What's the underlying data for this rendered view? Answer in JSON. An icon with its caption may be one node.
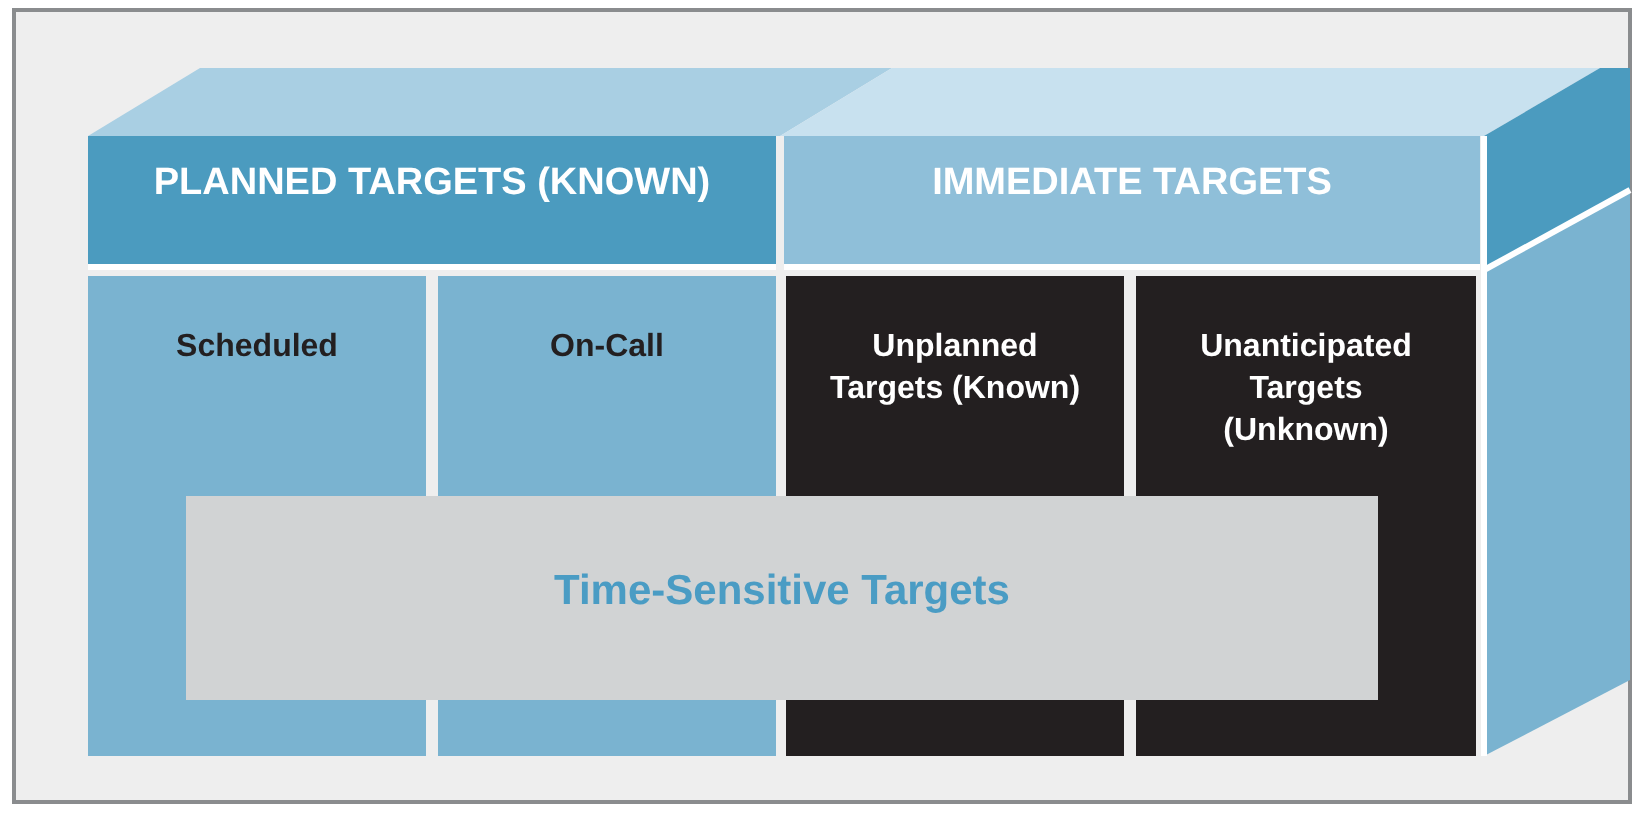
{
  "diagram": {
    "nodes": [
      {
        "text": [
          "PLANNED TARGETS (KNOWN)"
        ]
      },
      {
        "text": [
          "IMMEDIATE TARGETS"
        ]
      },
      {
        "text": [
          "Scheduled"
        ]
      },
      {
        "text": [
          "On-Call"
        ]
      },
      {
        "text": [
          "Unplanned Targets (Known)"
        ]
      },
      {
        "text": [
          "Unanticipated Targets (Unknown)"
        ]
      },
      {
        "text": [
          "Time-Sensitive Targets"
        ]
      }
    ]
  }
}
